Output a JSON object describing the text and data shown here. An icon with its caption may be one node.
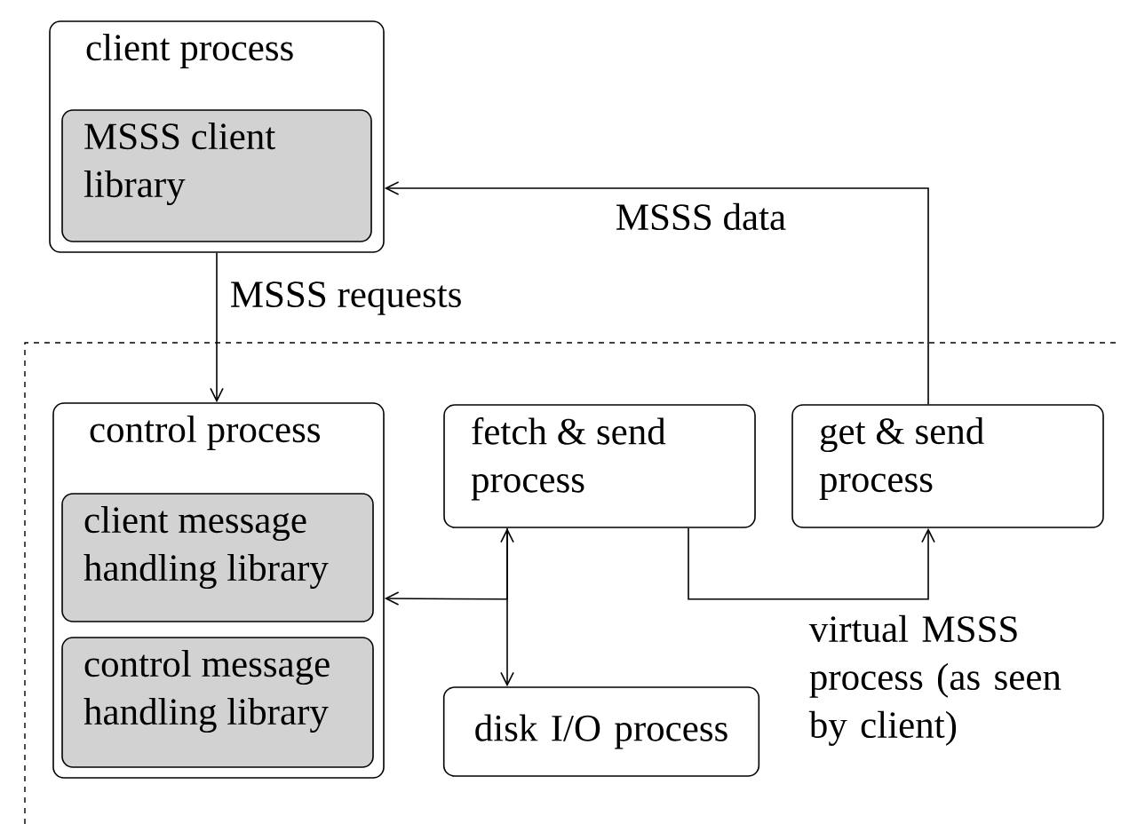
{
  "diagram": {
    "nodes": [
      {
        "text": [
          "client process"
        ]
      },
      {
        "text": [
          "MSSS client library"
        ],
        "in": 0
      },
      {
        "text": [
          "virtual MSSS process (as seen by client)"
        ]
      },
      {
        "text": [
          "control process"
        ],
        "in": 2
      },
      {
        "text": [
          "client message handling library"
        ],
        "in": 3
      },
      {
        "text": [
          "control message handling library"
        ],
        "in": 3
      },
      {
        "text": [
          "fetch & send process"
        ],
        "in": 2
      },
      {
        "text": [
          "get & send process"
        ],
        "in": 2
      },
      {
        "text": [
          "disk I/O process"
        ],
        "in": 2
      }
    ],
    "edges": [
      {
        "from": 0,
        "to": 3,
        "arrow": "to",
        "label": "MSSS requests"
      },
      {
        "from": 7,
        "to": 0,
        "arrow": "to",
        "label": "MSSS data"
      },
      {
        "from": 6,
        "to": 7,
        "arrow": "to"
      },
      {
        "from": 6,
        "to": 8,
        "arrow": "both"
      },
      {
        "from": 6,
        "to": 3,
        "arrow": "to"
      }
    ]
  }
}
